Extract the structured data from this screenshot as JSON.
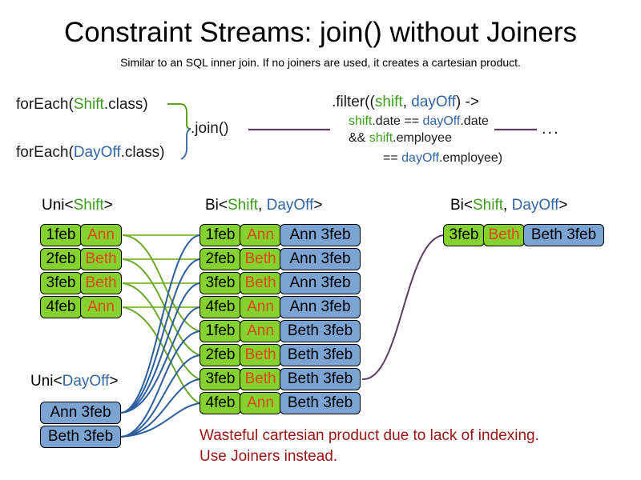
{
  "slide": {
    "title": "Constraint Streams: join() without Joiners",
    "subtitle": "Similar to an SQL inner join. If no joiners are used, it creates a cartesian product."
  },
  "colors": {
    "shift_green": "#84d130",
    "dayoff_blue": "#7ba4d3",
    "name_orange": "#e24814",
    "keyword_green": "#3c9d1e",
    "keyword_blue": "#3465a4",
    "warning_red": "#9c1313",
    "join_purple": "#5d3d62",
    "wire_green": "#6ea82c",
    "wire_blue": "#2d5f9e"
  },
  "code": {
    "forEach_shift": {
      "prefix": "forEach(",
      "type": "Shift",
      "suffix": ".class)"
    },
    "forEach_dayoff": {
      "prefix": "forEach(",
      "type": "DayOff",
      "suffix": ".class)"
    },
    "join_call": ".join()",
    "ellipsis": "...",
    "filter": {
      "line1_a": ".filter((",
      "line1_shift": "shift",
      "line1_comma": ", ",
      "line1_dayoff": "dayOff",
      "line1_b": ") ->",
      "line2_shift": "shift",
      "line2_mid": ".date == ",
      "line2_dayoff": "dayOff",
      "line2_end": ".date",
      "line3_a": "&& ",
      "line3_shift": "shift",
      "line3_end": ".employee",
      "line4_a": "== ",
      "line4_dayoff": "dayOff",
      "line4_end": ".employee)"
    }
  },
  "streams": {
    "uni_shift": {
      "prefix": "Uni<",
      "type": "Shift",
      "suffix": ">"
    },
    "uni_dayoff": {
      "prefix": "Uni<",
      "type": "DayOff",
      "suffix": ">"
    },
    "bi_middle": {
      "prefix": "Bi<",
      "type1": "Shift",
      "comma": ", ",
      "type2": "DayOff",
      "suffix": ">"
    },
    "bi_right": {
      "prefix": "Bi<",
      "type1": "Shift",
      "comma": ", ",
      "type2": "DayOff",
      "suffix": ">"
    }
  },
  "shift_rows": [
    {
      "date": "1feb",
      "name": "Ann"
    },
    {
      "date": "2feb",
      "name": "Beth"
    },
    {
      "date": "3feb",
      "name": "Beth"
    },
    {
      "date": "4feb",
      "name": "Ann"
    }
  ],
  "dayoff_rows": [
    {
      "label": "Ann 3feb"
    },
    {
      "label": "Beth 3feb"
    }
  ],
  "cartesian_rows": [
    {
      "date": "1feb",
      "name": "Ann",
      "dayoff": "Ann 3feb"
    },
    {
      "date": "2feb",
      "name": "Beth",
      "dayoff": "Ann 3feb"
    },
    {
      "date": "3feb",
      "name": "Beth",
      "dayoff": "Ann 3feb"
    },
    {
      "date": "4feb",
      "name": "Ann",
      "dayoff": "Ann 3feb"
    },
    {
      "date": "1feb",
      "name": "Ann",
      "dayoff": "Beth 3feb"
    },
    {
      "date": "2feb",
      "name": "Beth",
      "dayoff": "Beth 3feb"
    },
    {
      "date": "3feb",
      "name": "Beth",
      "dayoff": "Beth 3feb"
    },
    {
      "date": "4feb",
      "name": "Ann",
      "dayoff": "Beth 3feb"
    }
  ],
  "filtered_rows": [
    {
      "date": "3feb",
      "name": "Beth",
      "dayoff": "Beth 3feb"
    }
  ],
  "warning": {
    "line1": "Wasteful cartesian product due to lack of indexing.",
    "line2": "Use Joiners instead."
  }
}
